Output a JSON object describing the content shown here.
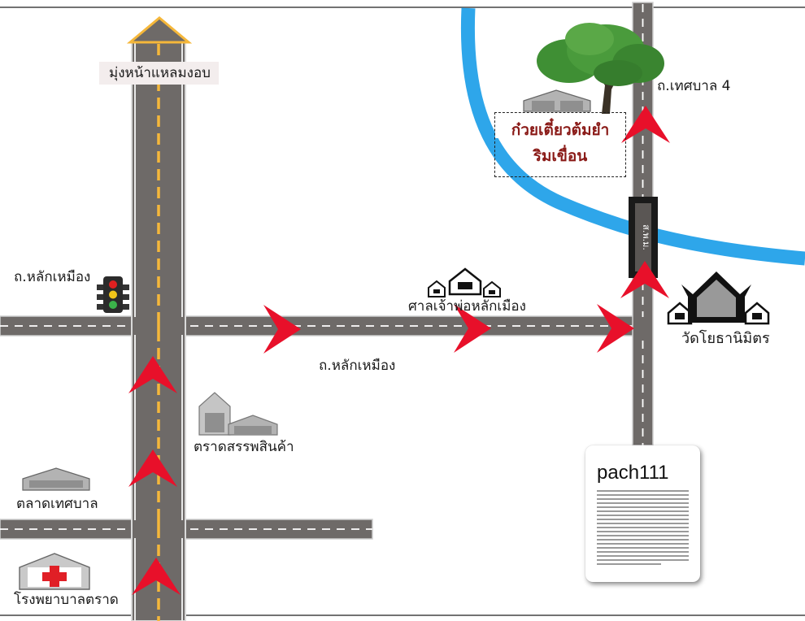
{
  "labels": {
    "north_destination": "มุ่งหน้าแหลมงอบ",
    "road_lak_mueang_west": "ถ.หลักเหมือง",
    "road_lak_mueang_center": "ถ.หลักเหมือง",
    "road_thetsaban_4": "ถ.เทศบาล 4",
    "shrine": "ศาลเจ้าพ่อหลักเมือง",
    "temple": "วัดโยธานิมิตร",
    "trat_department_store": "ตราดสรรพสินค้า",
    "municipal_market": "ตลาดเทศบาล",
    "hospital": "โรงพยาบาลตราด",
    "bridge": "ส.พ.ม."
  },
  "destination": {
    "line1": "ก๋วยเตี๋ยวต้มยำ",
    "line2": "ริมเขื่อน"
  },
  "note_card": {
    "title": "pach111"
  },
  "colors": {
    "road": "#6e6a68",
    "road_border": "#cfcfcf",
    "center_line_main": "#f5b73a",
    "river": "#2ea6ea",
    "route_arrow": "#e8102a",
    "destination_text": "#8a1a17",
    "tree_canopy": "#3f8f34",
    "hospital_cross": "#e01f26"
  },
  "icons": [
    "traffic-light-icon",
    "tree-icon",
    "warehouse-icon",
    "house-icon",
    "temple-icon",
    "hospital-icon",
    "route-arrow-icon",
    "north-triangle-icon"
  ]
}
